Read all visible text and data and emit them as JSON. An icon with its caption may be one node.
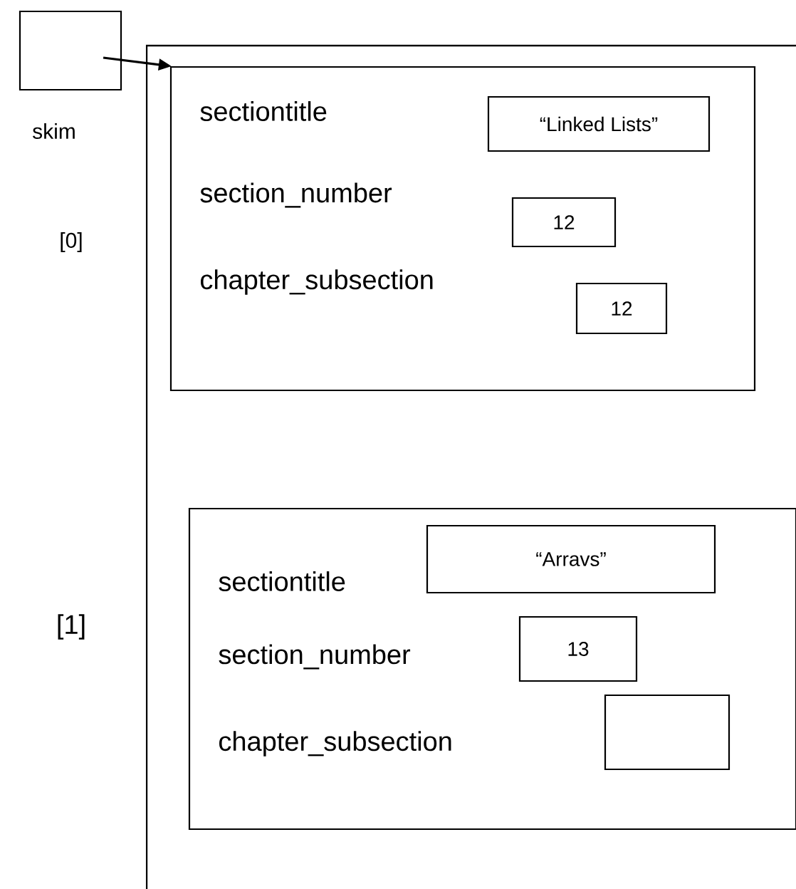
{
  "diagram": {
    "nodes": [
      {
        "text": [],
        "shape": "box",
        "beside": [
          "skim"
        ]
      },
      {
        "text": [],
        "shape": "box"
      },
      {
        "text": [
          "sectiontitle",
          "section_number",
          "chapter_subsection"
        ],
        "in": 1
      },
      {
        "text": [
          "“Linked Lists”"
        ],
        "in": 2
      },
      {
        "text": [
          "12"
        ],
        "in": 2
      },
      {
        "text": [
          "12"
        ],
        "in": 2
      },
      {
        "text": [
          "sectiontitle",
          "section_number",
          "chapter_subsection"
        ],
        "in": 1
      },
      {
        "text": [
          "“Arravs”"
        ],
        "in": 6
      },
      {
        "text": [
          "13"
        ],
        "in": 6
      },
      {
        "text": [],
        "shape": "box",
        "in": 6
      }
    ],
    "edges": [
      {
        "from": 0,
        "to": 2,
        "arrow": "to"
      }
    ],
    "labels": [
      "[0]",
      "[1]"
    ]
  }
}
